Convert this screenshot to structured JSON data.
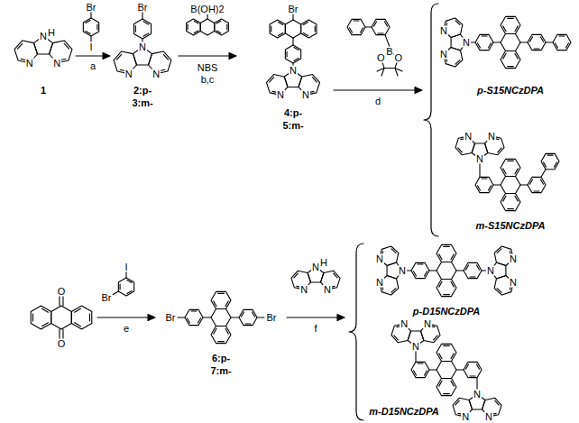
{
  "diagram": {
    "labels": [
      "N",
      "H",
      "N",
      "N",
      "1",
      "Br",
      "I",
      "a",
      "Br",
      "N",
      "N",
      "N",
      "2:p-",
      "3:m-",
      "B(OH)2",
      "NBS",
      "b,c",
      "Br",
      "N",
      "N",
      "N",
      "4:p-",
      "5:m-",
      "B",
      "O",
      "O",
      "d",
      "N",
      "N",
      "N",
      "p-S15NCzDPA",
      "N",
      "N",
      "N",
      "m-S15NCzDPA",
      "O",
      "O",
      "I",
      "Br",
      "e",
      "Br",
      "Br",
      "6:p-",
      "7:m-",
      "N",
      "H",
      "N",
      "N",
      "f",
      "N",
      "N",
      "N",
      "N",
      "N",
      "N",
      "p-D15NCzDPA",
      "N",
      "N",
      "N",
      "N",
      "N",
      "N",
      "m-D15NCzDPA"
    ]
  }
}
